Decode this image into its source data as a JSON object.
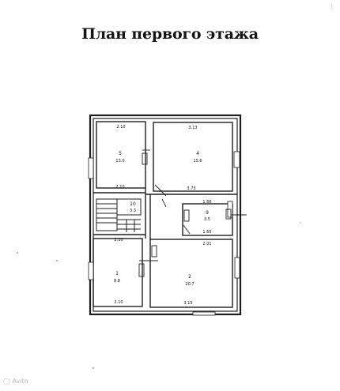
{
  "page": {
    "title": "План первого этажа",
    "corner_mark": "⋮",
    "watermark": "◯ Avito"
  },
  "plan": {
    "rooms": [
      {
        "id": "r5",
        "number": "5",
        "area": "13.0"
      },
      {
        "id": "r4",
        "number": "4",
        "area": "15.6"
      },
      {
        "id": "r10",
        "number": "10",
        "area": "3.3"
      },
      {
        "id": "r9",
        "number": "9",
        "area": "3.5"
      },
      {
        "id": "r1",
        "number": "1",
        "area": "8.8"
      },
      {
        "id": "r2",
        "number": "2",
        "area": "20.7"
      }
    ],
    "dimensions": {
      "r5_top": "2.10",
      "r4_top": "3.13",
      "r5_bottom": "2.10",
      "r4_bottom": "3.73",
      "r9_top": "1.66",
      "r9_bottom": "1.65",
      "r1_top": "2.10",
      "r2_top": "2.01",
      "r1_bottom": "2.10",
      "r2_bottom": "3.15"
    }
  }
}
